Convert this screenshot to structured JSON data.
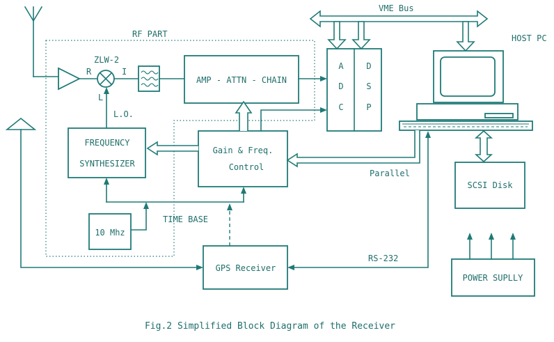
{
  "labels": {
    "rf_part": "RF PART",
    "vme_bus": "VME Bus",
    "host_pc": "HOST PC",
    "mixer": "ZLW-2",
    "mixer_r": "R",
    "mixer_i": "I",
    "mixer_l": "L",
    "lo": "L.O.",
    "amp_chain": "AMP - ATTN - CHAIN",
    "adc": [
      "A",
      "D",
      "C"
    ],
    "dsp": [
      "D",
      "S",
      "P"
    ],
    "freq_synth_1": "FREQUENCY",
    "freq_synth_2": "SYNTHESIZER",
    "gain_ctrl_1": "Gain & Freq.",
    "gain_ctrl_2": "Control",
    "parallel": "Parallel",
    "scsi": "SCSI Disk",
    "time_base": "TIME BASE",
    "osc": "10 Mhz",
    "gps": "GPS Receiver",
    "rs232": "RS-232",
    "power": "POWER SUPLLY",
    "caption": "Fig.2 Simplified Block Diagram of the Receiver"
  },
  "colors": {
    "line": "#1f7a76",
    "text": "#1f6f6b",
    "background": "#ffffff"
  }
}
